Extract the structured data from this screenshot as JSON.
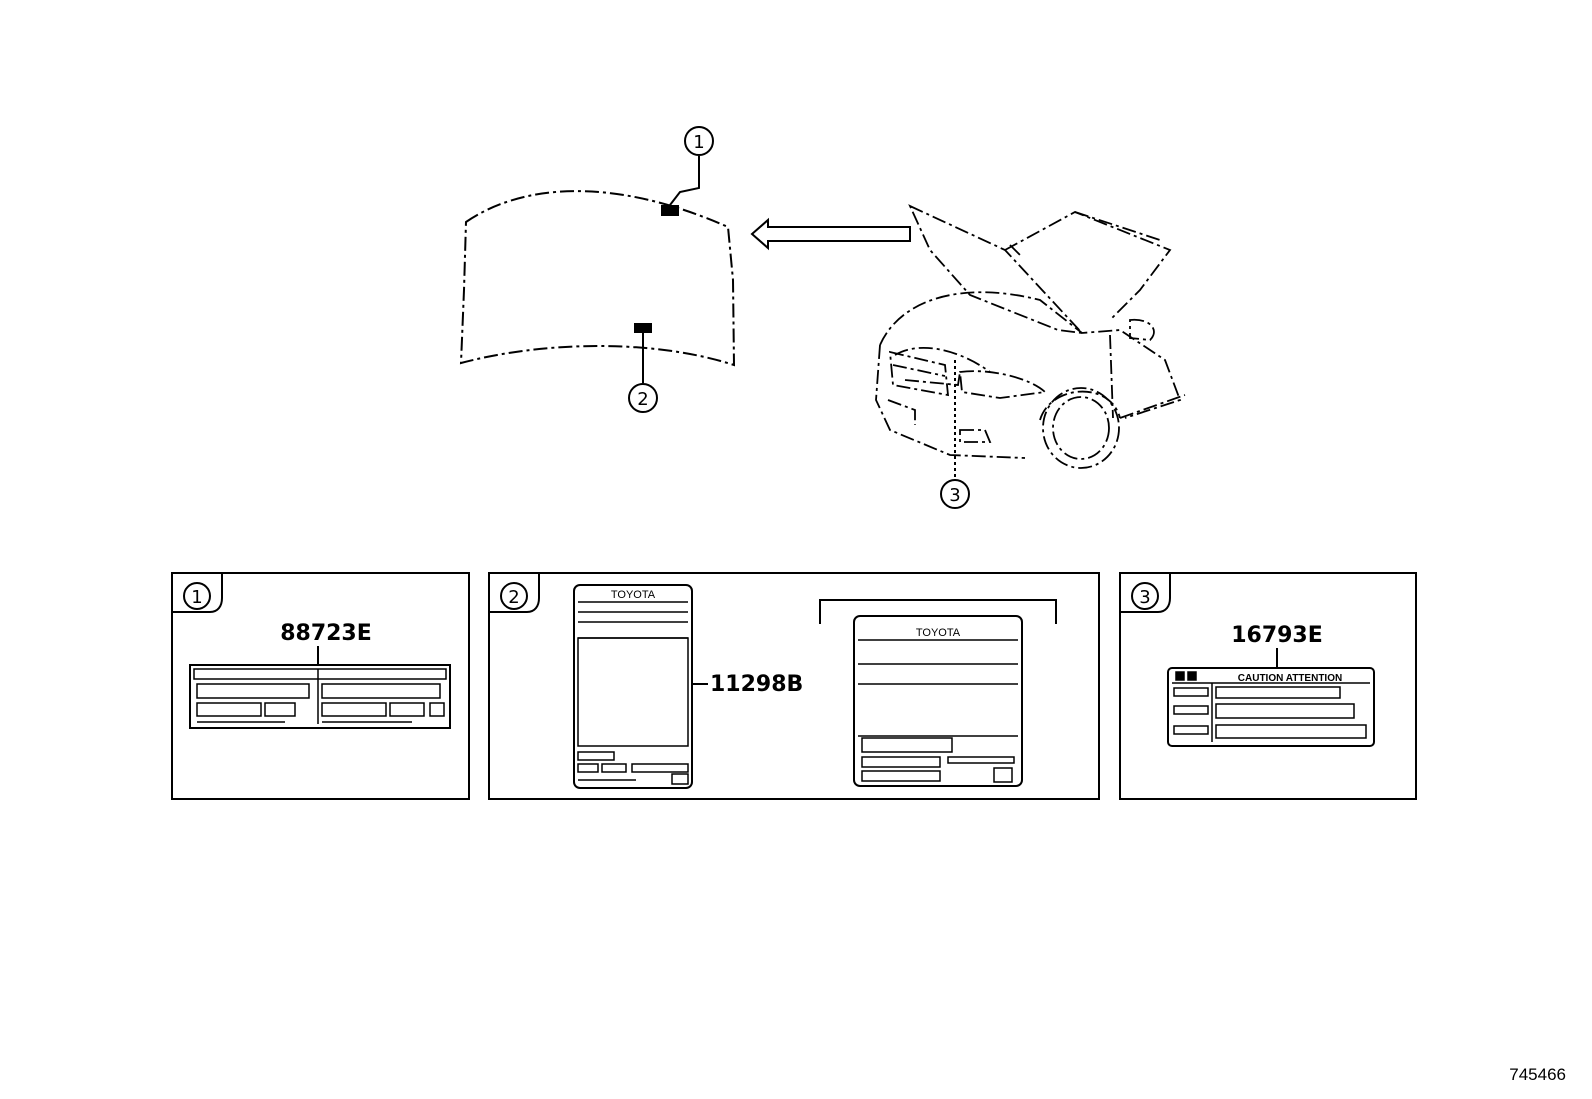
{
  "callouts": [
    {
      "id": "callout-1",
      "num": "1"
    },
    {
      "id": "callout-2",
      "num": "2"
    },
    {
      "id": "callout-3",
      "num": "3"
    }
  ],
  "panels": [
    {
      "num": "1",
      "part_number": "88723E"
    },
    {
      "num": "2",
      "part_number": "11298B",
      "label_brand": "TOYOTA"
    },
    {
      "num": "3",
      "part_number": "16793E",
      "caution_text": "CAUTION  ATTENTION"
    }
  ],
  "diagram_id": "745466"
}
